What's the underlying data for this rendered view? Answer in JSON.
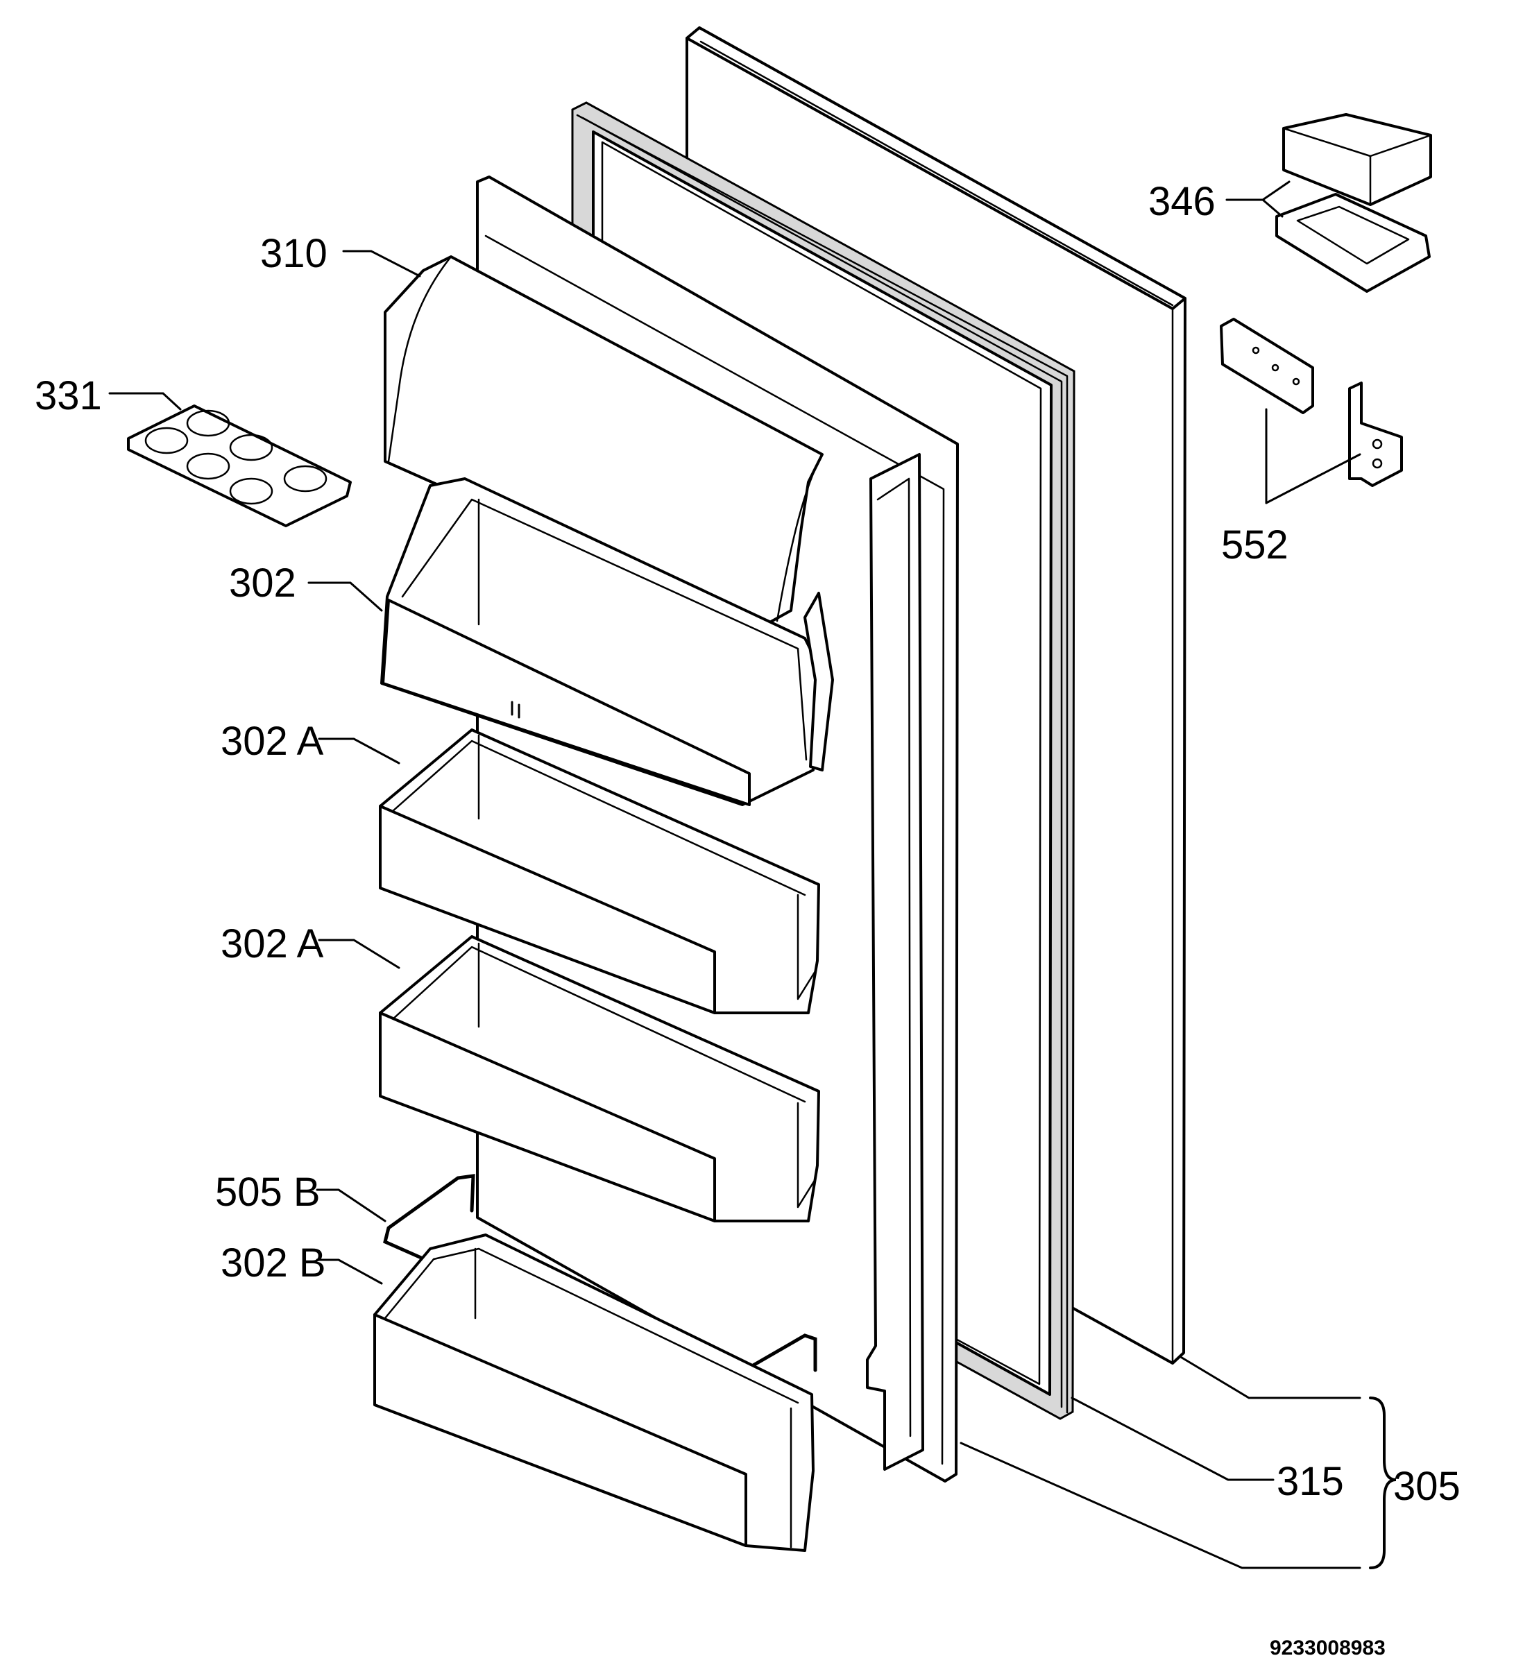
{
  "labels": {
    "p310": "310",
    "p331": "331",
    "p302": "302",
    "p302a_1": "302 A",
    "p302a_2": "302 A",
    "p505b": "505 B",
    "p302b": "302 B",
    "p346": "346",
    "p552": "552",
    "p315": "315",
    "p305": "305"
  },
  "document_number": "9233008983"
}
